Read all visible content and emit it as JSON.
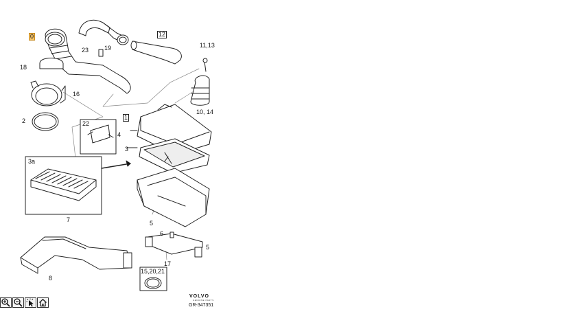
{
  "labels": {
    "l_0": "0",
    "l_12": "12",
    "l_1113": "11,13",
    "l_23": "23",
    "l_19": "19",
    "l_18": "18",
    "l_16": "16",
    "l_2": "2",
    "l_1014": "10, 14",
    "l_1": "1",
    "l_22": "22",
    "l_4": "4",
    "l_3": "3",
    "l_3a": "3a",
    "l_7": "7",
    "l_5a": "5",
    "l_6": "6",
    "l_5b": "5",
    "l_17": "17",
    "l_8": "8",
    "l_152021": "15,20,21"
  },
  "branding": {
    "brand": "VOLVO",
    "brand_sub": "GENUINE PARTS",
    "ref": "GR-347351"
  },
  "toolbar": {
    "zoom_in": "zoom-in",
    "zoom_out": "zoom-out",
    "pointer": "pointer",
    "home": "home"
  }
}
